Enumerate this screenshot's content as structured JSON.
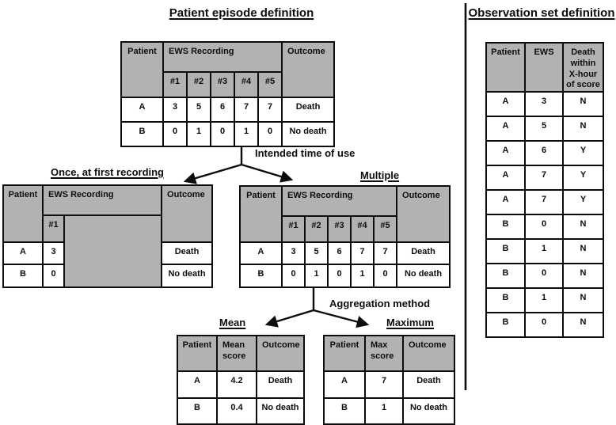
{
  "colors": {
    "header_fill": "#b2b2b2",
    "line": "#0d0d0d",
    "background": "#ffffff"
  },
  "patient_episode": {
    "title": "Patient episode definition",
    "table": {
      "patient_header": "Patient",
      "ews_header": "EWS Recording",
      "outcome_header": "Outcome",
      "recording_cols": [
        "#1",
        "#2",
        "#3",
        "#4",
        "#5"
      ],
      "rows": [
        {
          "patient": "A",
          "scores": [
            "3",
            "5",
            "6",
            "7",
            "7"
          ],
          "outcome": "Death"
        },
        {
          "patient": "B",
          "scores": [
            "0",
            "1",
            "0",
            "1",
            "0"
          ],
          "outcome": "No death"
        }
      ]
    }
  },
  "intended_time": {
    "label": "Intended time of use"
  },
  "once": {
    "title": "Once, at first recording",
    "table": {
      "patient_header": "Patient",
      "ews_header": "EWS Recording",
      "outcome_header": "Outcome",
      "recording_cols": [
        "#1"
      ],
      "rows": [
        {
          "patient": "A",
          "scores": [
            "3"
          ],
          "outcome": "Death"
        },
        {
          "patient": "B",
          "scores": [
            "0"
          ],
          "outcome": "No death"
        }
      ]
    }
  },
  "multiple": {
    "title": "Multiple",
    "table": {
      "patient_header": "Patient",
      "ews_header": "EWS Recording",
      "outcome_header": "Outcome",
      "recording_cols": [
        "#1",
        "#2",
        "#3",
        "#4",
        "#5"
      ],
      "rows": [
        {
          "patient": "A",
          "scores": [
            "3",
            "5",
            "6",
            "7",
            "7"
          ],
          "outcome": "Death"
        },
        {
          "patient": "B",
          "scores": [
            "0",
            "1",
            "0",
            "1",
            "0"
          ],
          "outcome": "No death"
        }
      ]
    }
  },
  "aggregation": {
    "label": "Aggregation method"
  },
  "mean": {
    "title": "Mean",
    "table": {
      "headers": [
        "Patient",
        "Mean score",
        "Outcome"
      ],
      "rows": [
        [
          "A",
          "4.2",
          "Death"
        ],
        [
          "B",
          "0.4",
          "No death"
        ]
      ]
    }
  },
  "maximum": {
    "title": "Maximum",
    "table": {
      "headers": [
        "Patient",
        "Max score",
        "Outcome"
      ],
      "rows": [
        [
          "A",
          "7",
          "Death"
        ],
        [
          "B",
          "1",
          "No death"
        ]
      ]
    }
  },
  "observation": {
    "title": "Observation set definition",
    "headers": [
      "Patient",
      "EWS",
      "Death within X-hour of score"
    ],
    "rows": [
      [
        "A",
        "3",
        "N"
      ],
      [
        "A",
        "5",
        "N"
      ],
      [
        "A",
        "6",
        "Y"
      ],
      [
        "A",
        "7",
        "Y"
      ],
      [
        "A",
        "7",
        "Y"
      ],
      [
        "B",
        "0",
        "N"
      ],
      [
        "B",
        "1",
        "N"
      ],
      [
        "B",
        "0",
        "N"
      ],
      [
        "B",
        "1",
        "N"
      ],
      [
        "B",
        "0",
        "N"
      ]
    ]
  }
}
